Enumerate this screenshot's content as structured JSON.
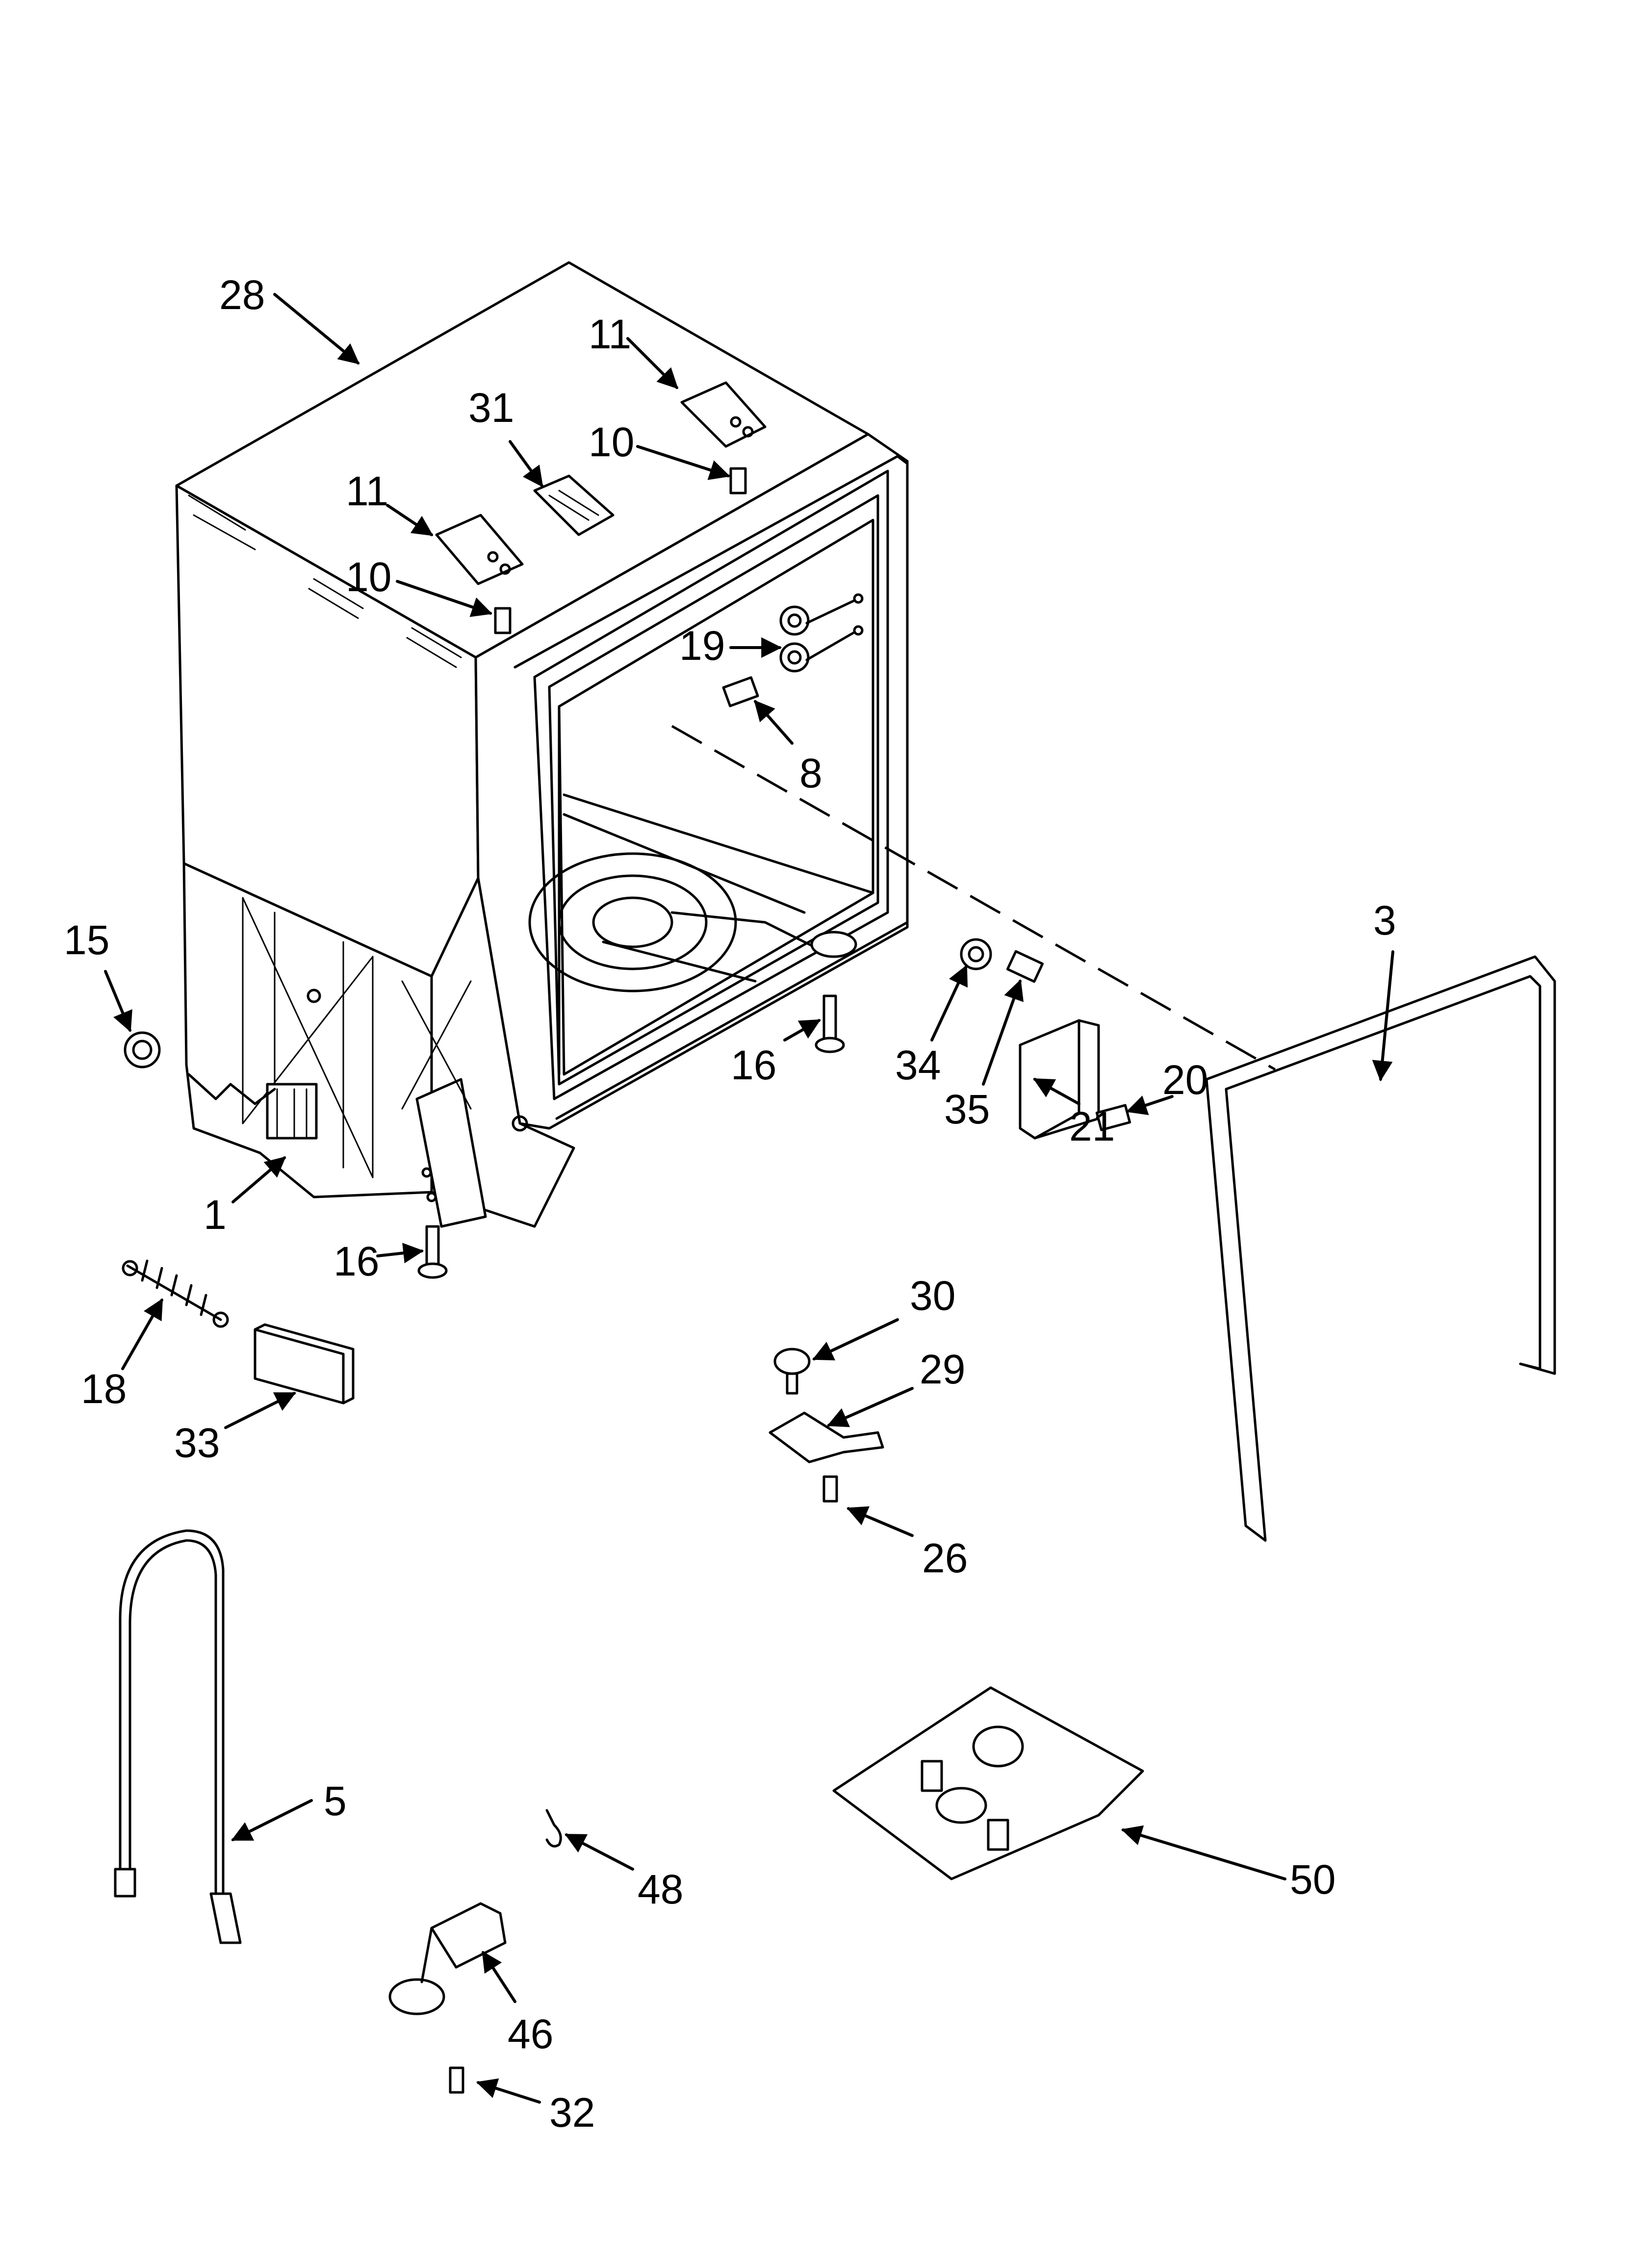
{
  "labels": {
    "p28": "28",
    "p11a": "11",
    "p31": "31",
    "p10a": "10",
    "p11b": "11",
    "p10b": "10",
    "p19": "19",
    "p8": "8",
    "p15": "15",
    "p3": "3",
    "p16a": "16",
    "p34": "34",
    "p35": "35",
    "p20": "20",
    "p21": "21",
    "p1": "1",
    "p16b": "16",
    "p30": "30",
    "p18": "18",
    "p29": "29",
    "p33": "33",
    "p26": "26",
    "p5": "5",
    "p48": "48",
    "p50": "50",
    "p46": "46",
    "p32": "32"
  }
}
